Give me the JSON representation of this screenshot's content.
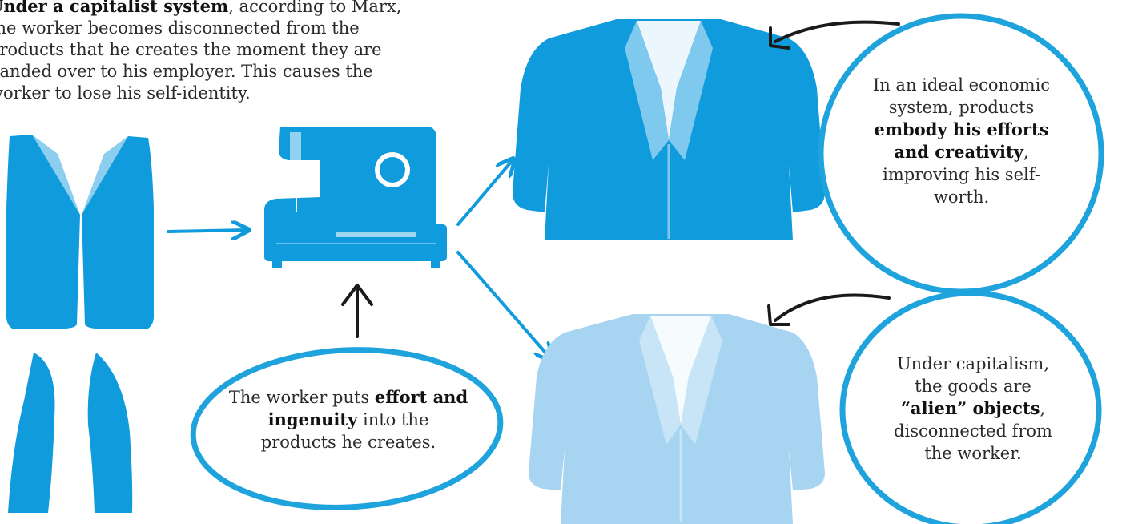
{
  "intro": {
    "bold": "Under a capitalist system",
    "rest": ", according to Marx, the worker becomes disconnected from the products that he creates the moment they are handed over to his employer. This causes the worker to lose his self-identity."
  },
  "bubbles": {
    "worker": {
      "pre": "The worker puts ",
      "bold": "effort and ingenuity",
      "post": " into the products he creates."
    },
    "ideal": {
      "pre": "In an ideal economic system, products ",
      "bold": "embody his efforts and creativity",
      "post": ", improving his self-worth."
    },
    "capitalism": {
      "pre": "Under capitalism, the goods are ",
      "bold": "“alien” objects",
      "post": ", disconnected from the worker."
    }
  },
  "colors": {
    "blue": "#0f9bdc",
    "light_blue": "#a6d4f1",
    "collar": "#7fc8ee",
    "ink": "#1a1a1a"
  }
}
